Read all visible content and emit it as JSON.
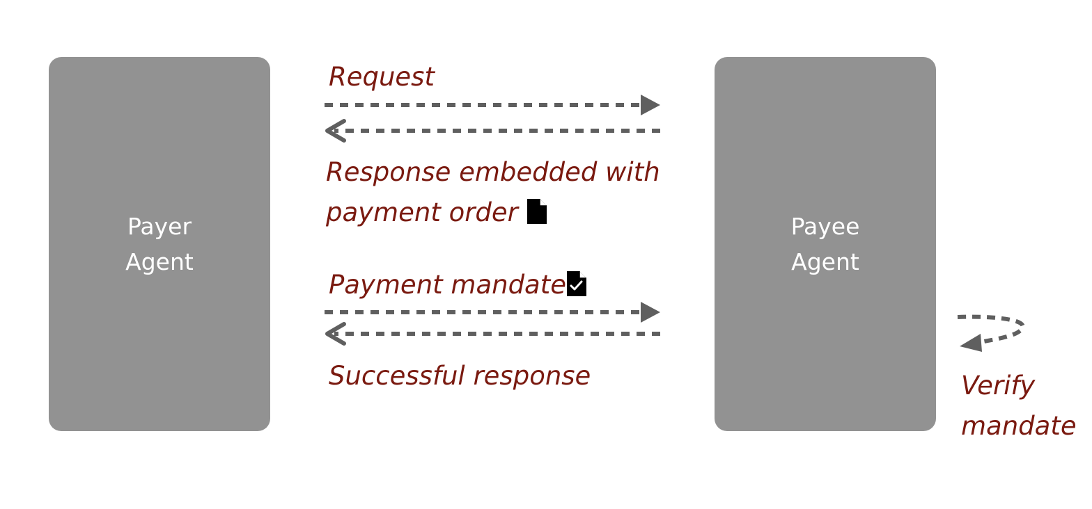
{
  "payer": {
    "line1": "Payer",
    "line2": "Agent"
  },
  "payee": {
    "line1": "Payee",
    "line2": "Agent"
  },
  "messages": {
    "request": "Request",
    "response_line1": "Response embedded with",
    "response_line2": "payment order",
    "mandate": "Payment mandate",
    "success": "Successful response",
    "verify_line1": "Verify",
    "verify_line2": "mandate"
  },
  "icons": {
    "payment_order": "document-icon",
    "payment_mandate": "document-check-icon"
  },
  "colors": {
    "box": "#929292",
    "box_text": "#ffffff",
    "label": "#7a1a10",
    "arrow": "#5f5f5f"
  }
}
